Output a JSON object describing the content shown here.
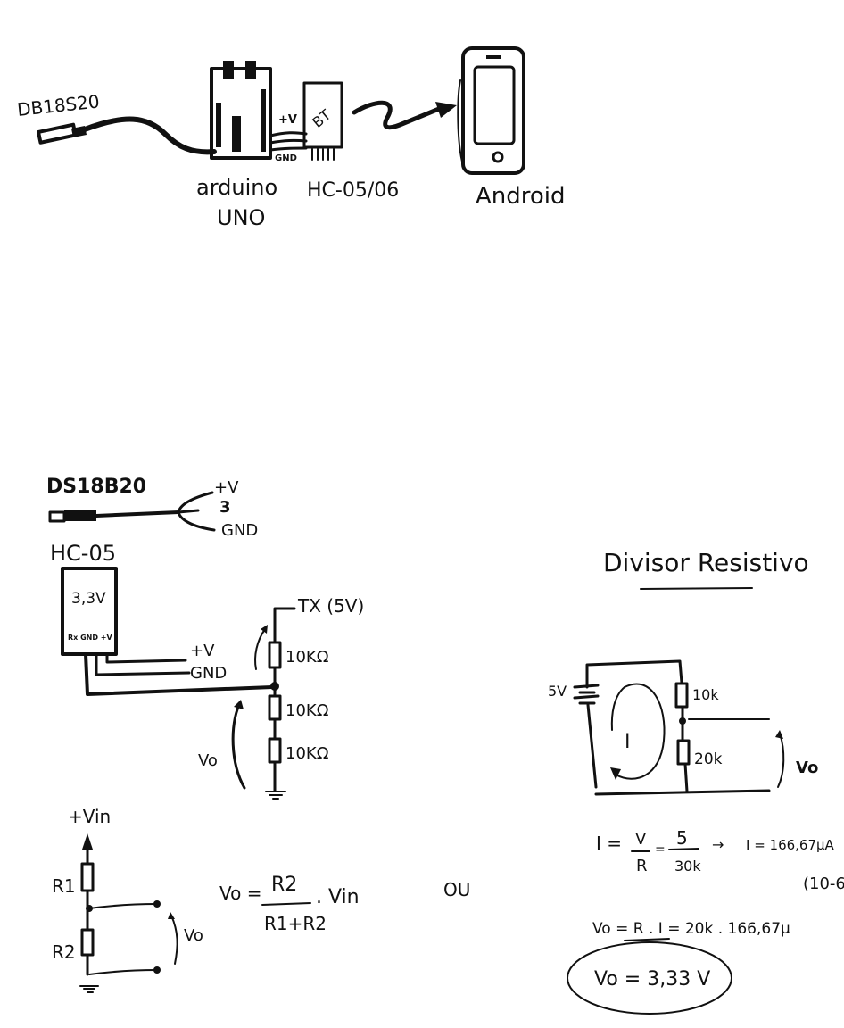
{
  "ink_color": "#111111",
  "background_color": "#ffffff",
  "block_diagram": {
    "sensor_label": "DB18S20",
    "arduino_label_line1": "arduino",
    "arduino_label_line2": "UNO",
    "wire_plus_label": "+V",
    "wire_gnd_label": "GND",
    "bt_module_chip_label": "BT",
    "bt_module_label": "HC-05/06",
    "phone_label": "Android"
  },
  "wiring_diagram": {
    "sensor_label": "DS18B20",
    "sensor_pin_labels": [
      "+V",
      "3",
      "GND"
    ],
    "module_label": "HC-05",
    "module_voltage": "3,3V",
    "module_pins": "Rx GND +V",
    "wire_plus_label": "+V",
    "wire_gnd_label": "GND",
    "tx_label": "TX (5V)",
    "resistors": [
      "10KΩ",
      "10KΩ",
      "10KΩ"
    ],
    "vo_label": "Vo"
  },
  "generic_divider": {
    "vin_label": "+Vin",
    "r1_label": "R1",
    "r2_label": "R2",
    "vo_label": "Vo",
    "formula_lhs": "Vo =",
    "formula_numerator": "R2",
    "formula_denominator": "R1+R2",
    "formula_tail": ". Vin",
    "ou_label": "OU"
  },
  "divisor_resistivo": {
    "title": "Divisor Resistivo",
    "source_label": "5V",
    "current_label": "I",
    "r_top_label": "10k",
    "r_bottom_label": "20k",
    "vo_label": "Vo",
    "eq1_lhs": "I =",
    "eq1_frac1_num": "V",
    "eq1_frac1_den": "R",
    "eq1_eq": "=",
    "eq1_frac2_num": "5",
    "eq1_frac2_den": "30k",
    "eq1_arrow": "→",
    "eq1_result": "I = 166,67μA",
    "eq1_note": "(10-6",
    "eq2": "Vo = R . I = 20k . 166,67μ",
    "result": "Vo = 3,33 V"
  }
}
